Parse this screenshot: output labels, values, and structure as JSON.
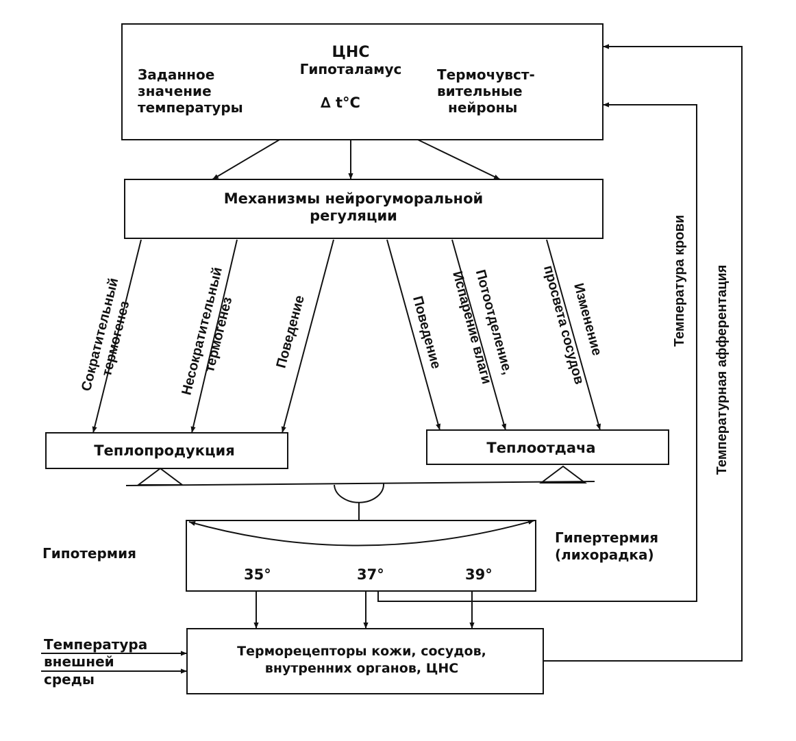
{
  "cns_box": {
    "title": "ЦНС",
    "subtitle": "Гипоталамус",
    "delta_t": "∆ t°C",
    "setpoint": [
      "Заданное",
      "значение",
      "температуры"
    ],
    "sensors": [
      "Термочувст-",
      "вительные",
      "нейроны"
    ]
  },
  "regulation_box": {
    "lines": [
      "Механизмы нейрогуморальной",
      "регуляции"
    ]
  },
  "heat_production": {
    "label": "Теплопродукция"
  },
  "heat_loss": {
    "label": "Теплоотдача"
  },
  "arrow_labels": {
    "contractile": [
      "Сократительный",
      "термогенез"
    ],
    "noncontractile": [
      "Несократительный",
      "термогенез"
    ],
    "behavior_left": "Поведение",
    "behavior_right": "Поведение",
    "sweating": [
      "Потоотделение,",
      "Испарение влаги"
    ],
    "vessels": [
      "Изменение",
      "просвета сосудов"
    ],
    "blood_temp": "Температура крови",
    "afferentation": "Температурная афферентация"
  },
  "scale": {
    "hypothermia": "Гипотермия",
    "hyperthermia": [
      "Гипертермия",
      "(лихорадка)"
    ],
    "t35": "35°",
    "t37": "37°",
    "t39": "39°"
  },
  "receptors_box": {
    "lines": [
      "Терморецепторы кожи, сосудов,",
      "внутренних органов, ЦНС"
    ]
  },
  "external": {
    "lines": [
      "Температура",
      "внешней",
      "среды"
    ]
  }
}
